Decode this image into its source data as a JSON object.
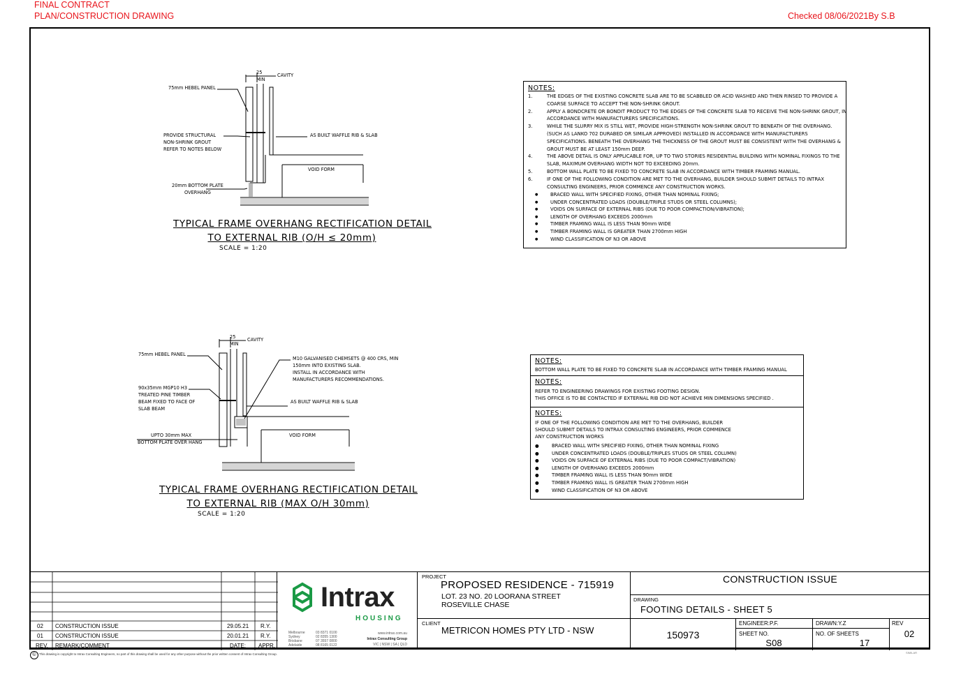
{
  "header": {
    "status_line1": "FINAL CONTRACT",
    "status_line2": "PLAN/CONSTRUCTION DRAWING",
    "checked": "Checked 08/06/2021By S.B"
  },
  "detail1": {
    "dim": "25",
    "min": "MIN",
    "cavity": "CAVITY",
    "panel": "75mm HEBEL PANEL",
    "grout1": "PROVIDE STRUCTURAL",
    "grout2": "NON-SHRINK GROUT",
    "grout3": "REFER TO NOTES BELOW",
    "waffle": "AS BUILT WAFFLE RIB & SLAB",
    "void": "VOID FORM",
    "plate1": "20mm BOTTOM PLATE",
    "plate2": "OVERHANG",
    "title1": "TYPICAL FRAME OVERHANG RECTIFICATION DETAIL",
    "title2": "TO EXTERNAL RIB (O/H ≤ 20mm)",
    "scale": "SCALE = 1:20"
  },
  "detail2": {
    "dim": "25",
    "min": "MIN",
    "cavity": "CAVITY",
    "panel": "75mm HEBEL PANEL",
    "chem1": "M10 GALVANISED CHEMSETS @ 400 CRS, MIN",
    "chem2": "150mm INTO EXISTING SLAB.",
    "chem3": "INSTALL IN ACCORDANCE WITH",
    "chem4": "MANUFACTURERS RECOMMENDATIONS.",
    "beam1": "90x35mm MGP10 H3",
    "beam2": "TREATED PINE TIMBER",
    "beam3": "BEAM FIXED TO FACE OF",
    "beam4": "SLAB BEAM",
    "waffle": "AS BUILT WAFFLE RIB & SLAB",
    "void": "VOID FORM",
    "plate1": "UPTO 30mm MAX",
    "plate2": "BOTTOM PLATE OVER HANG",
    "title1": "TYPICAL FRAME OVERHANG RECTIFICATION DETAIL",
    "title2": "TO EXTERNAL RIB (MAX O/H 30mm)",
    "scale": "SCALE = 1:20"
  },
  "notes1": {
    "heading": "NOTES:",
    "lines": [
      {
        "num": "1.",
        "text": "THE EDGES OF THE EXISTING CONCRETE SLAB ARE TO BE SCABBLED OR ACID WASHED AND THEN RINSED TO PROVIDE A"
      },
      {
        "num": "",
        "text": "COARSE SURFACE TO ACCEPT THE NON-SHRINK GROUT."
      },
      {
        "num": "2.",
        "text": "APPLY A BONDCRETE OR BONDIT PRODUCT TO THE EDGES OF THE CONCRETE SLAB TO RECEIVE THE NON-SHRINK GROUT, IN"
      },
      {
        "num": "",
        "text": "ACCORDANCE WITH MANUFACTURERS SPECIFICATIONS."
      },
      {
        "num": "3.",
        "text": "WHILE THE SLURRY MIX IS STILL WET, PROVIDE HIGH-STRENGTH NON-SHRINK GROUT TO BENEATH OF  THE OVERHANG."
      },
      {
        "num": "",
        "text": "(SUCH AS LANKO 702 DURABED OR SIMILAR APPROVED) INSTALLED IN ACCORDANCE WITH MANUFACTURERS"
      },
      {
        "num": "",
        "text": "SPECIFICATIONS.  BENEATH THE OVERHANG THE THICKNESS OF THE GROUT MUST BE CONSISTENT WITH THE OVERHANG &"
      },
      {
        "num": "",
        "text": "GROUT MUST BE AT LEAST 150mm DEEP."
      },
      {
        "num": "4.",
        "text": "THE ABOVE DETAIL IS ONLY APPLICABLE FOR, UP TO TWO STORIES RESIDENTIAL BUILDING WITH NOMINAL FIXINGS TO THE"
      },
      {
        "num": "",
        "text": "SLAB, MAXIMUM OVERHANG WIDTH NOT TO EXCEEDING 20mm."
      },
      {
        "num": "5.",
        "text": "BOTTOM WALL PLATE TO BE FIXED TO CONCRETE SLAB IN ACCORDANCE WITH TIMBER FRAMING MANUAL."
      },
      {
        "num": "6.",
        "text": "IF ONE OF THE FOLLOWING CONDITION ARE MET TO THE OVERHANG, BUILDER SHOULD SUBMIT DETAILS TO INTRAX"
      },
      {
        "num": "",
        "text": "CONSULTING ENGINEERS, PRIOR COMMENCE ANY CONSTRUCTION WORKS."
      }
    ],
    "bullets": [
      "BRACED WALL WITH SPECIFIED FIXING, OTHER THAN NOMINAL FIXING;",
      "UNDER CONCENTRATED LOADS (DOUBLE/TRIPLE STUDS OR STEEL COLUMNS);",
      "VOIDS ON SURFACE OF EXTERNAL RIBS (DUE TO POOR COMPACTION/VIBRATION);",
      "LENGTH OF OVERHANG EXCEEDS 2000mm",
      "TIMBER FRAMING WALL IS LESS THAN 90mm WIDE",
      "TIMBER FRAMING WALL IS GREATER THAN 2700mm HIGH",
      "WIND CLASSIFICATION OF N3 OR ABOVE"
    ]
  },
  "notes2": {
    "sec1_heading": "NOTES:",
    "sec1_line": "BOTTOM WALL PLATE TO BE FIXED TO CONCRETE SLAB IN ACCORDANCE WITH TIMBER FRAMING MANUAL",
    "sec2_heading": "NOTES:",
    "sec2_line1": "REFER TO ENGINEERING DRAWINGS FOR EXISTING FOOTING DESIGN.",
    "sec2_line2": "THIS OFFICE IS TO BE CONTACTED IF EXTERNAL RIB DID NOT ACHIEVE MIN DIMENSIONS SPECIFIED .",
    "sec3_heading": "NOTES:",
    "sec3_line1": "IF ONE OF THE FOLLOWING CONDITION ARE MET TO THE OVERHANG, BUILDER",
    "sec3_line2": "SHOULD SUBMIT DETAILS TO INTRAX CONSULTING ENGINEERS, PRIOR COMMENCE",
    "sec3_line3": "ANY CONSTRUCTION WORKS",
    "bullets": [
      "BRACED WALL WITH SPECIFIED FIXING, OTHER THAN NOMINAL FIXING",
      "UNDER CONCENTRATED LOADS (DOUBLE/TRIPLES STUDS OR STEEL COLUMN)",
      "VOIDS ON SURFACE OF EXTERNAL RIBS (DUE TO POOR COMPACT/VIBRATION)",
      "LENGTH OF OVERHANG EXCEEDS 2000mm",
      "TIMBER FRAMING WALL IS LESS THAN 90mm WIDE",
      "TIMBER FRAMING WALL IS GREATER THAN 2700mm HIGH",
      "WIND CLASSIFICATION OF N3 OR ABOVE"
    ]
  },
  "revisions": {
    "rows": [
      {
        "rev": "02",
        "remark": "CONSTRUCTION ISSUE",
        "date": "29.05.21",
        "appr": "R.Y."
      },
      {
        "rev": "01",
        "remark": "CONSTRUCTION ISSUE",
        "date": "20.01.21",
        "appr": "R.Y."
      }
    ],
    "hdr_rev": "REV.",
    "hdr_remark": "REMARK/COMMENT",
    "hdr_date": "DATE:",
    "hdr_appr": "APPR."
  },
  "logo": {
    "name": "Intrax",
    "sub": "HOUSING",
    "brand_color": "#1a9a45",
    "offices": [
      "Melbourne",
      "Sydney",
      "Brisbane",
      "Adelaide"
    ],
    "phones": [
      "03 8371 0100",
      "02 8355 1300",
      "07 3557 0800",
      "08 8165 0122"
    ],
    "web": "www.intrax.com.au",
    "group": "Intrax Consulting Group",
    "states": "VIC | NSW | SA | QLD"
  },
  "project": {
    "label": "PROJECT",
    "title": "PROPOSED RESIDENCE - 715919",
    "address1": "LOT. 23 NO. 20 LOORANA STREET",
    "address2": "ROSEVILLE CHASE",
    "client_label": "CLIENT",
    "client": "METRICON HOMES PTY LTD - NSW"
  },
  "sheet": {
    "issue": "CONSTRUCTION ISSUE",
    "drawing_label": "DRAWING",
    "drawing": "FOOTING DETAILS - SHEET 5",
    "job": "150973",
    "engineer": "ENGINEER:P.F.",
    "drawn": "DRAWN:Y.Z",
    "rev_label": "REV",
    "sheet_no_label": "SHEET NO.",
    "sheet_no": "S08",
    "num_sheets_label": "NO. OF SHEETS",
    "num_sheets": "17",
    "rev": "02"
  },
  "footer": {
    "copyright": "This drawing is copyright to Intrax Consulting Engineers, no part of this drawing shall be used for any other purpose without the prior written consent of Intrax Consulting Group.",
    "small_right": "SIMILAR"
  }
}
